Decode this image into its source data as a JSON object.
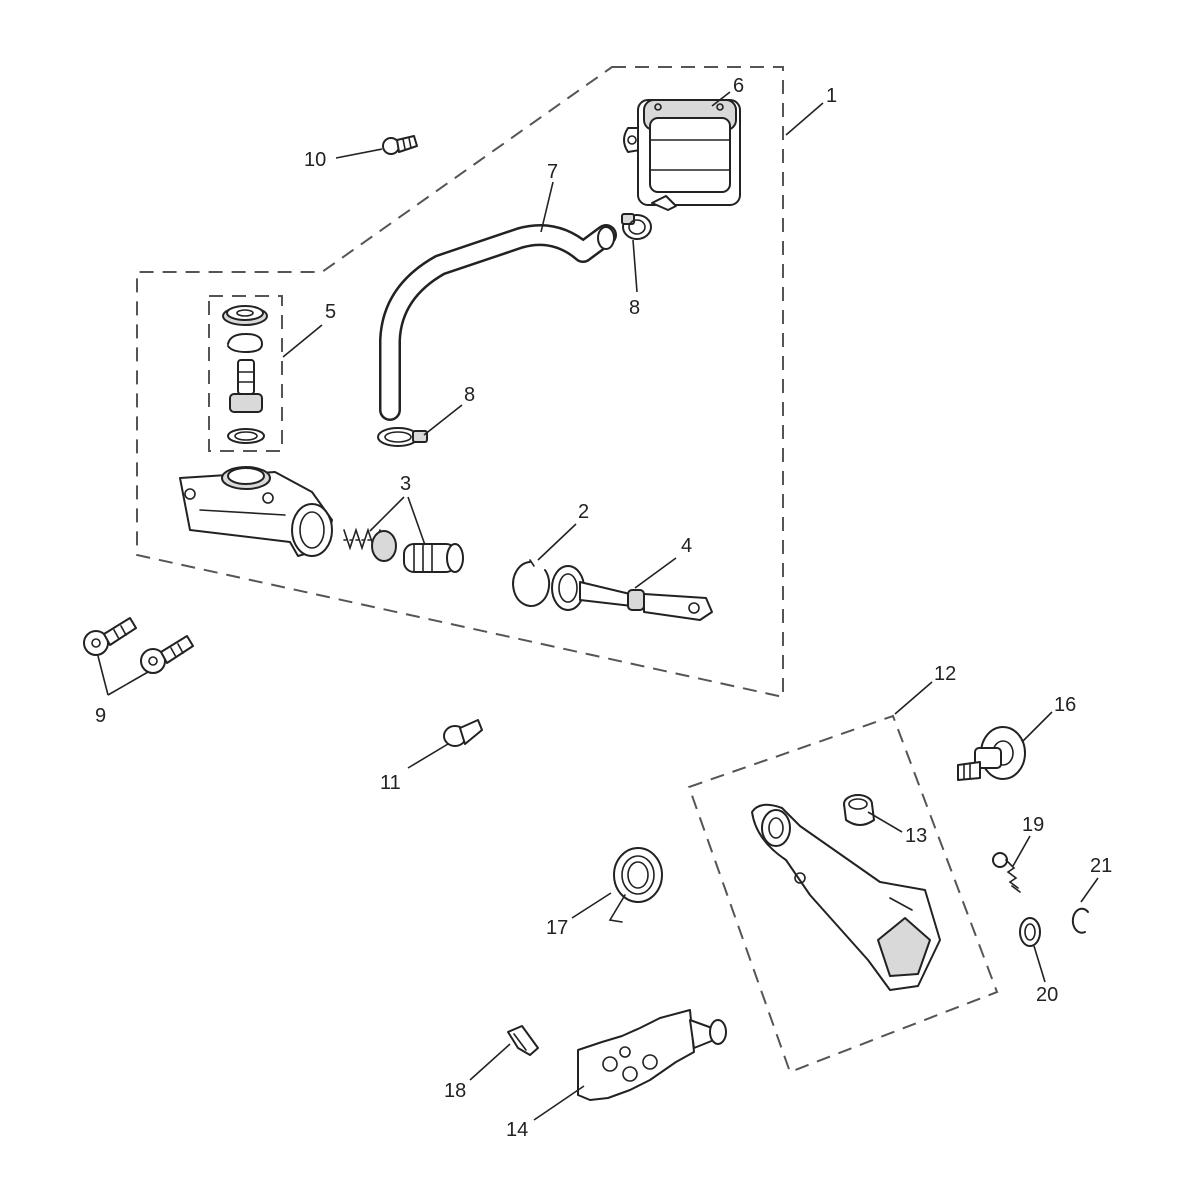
{
  "callouts": {
    "c1": "1",
    "c2": "2",
    "c3": "3",
    "c4": "4",
    "c5": "5",
    "c6": "6",
    "c7": "7",
    "c8a": "8",
    "c8b": "8",
    "c9": "9",
    "c10": "10",
    "c11": "11",
    "c12": "12",
    "c13": "13",
    "c14": "14",
    "c16": "16",
    "c17": "17",
    "c18": "18",
    "c19": "19",
    "c20": "20",
    "c21": "21"
  },
  "colors": {
    "line": "#222222",
    "dash": "#555555",
    "fill": "#ffffff",
    "shade": "#d9d9d9"
  }
}
